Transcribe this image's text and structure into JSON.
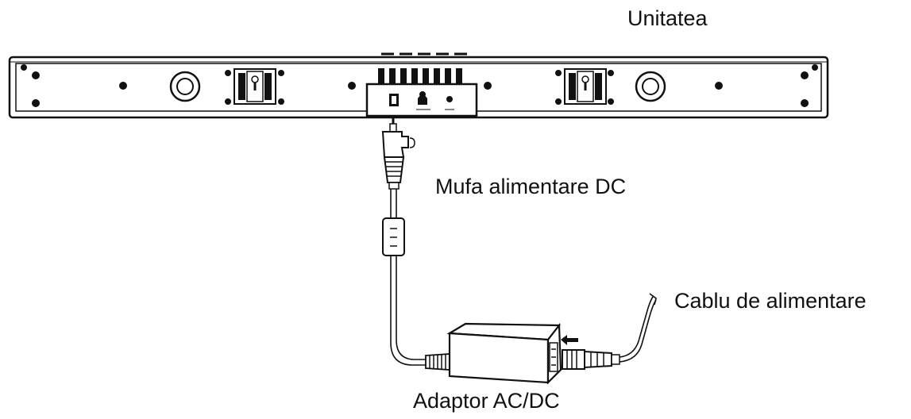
{
  "labels": {
    "unit": "Unitatea",
    "dc_plug": "Mufa alimentare DC",
    "power_cable": "Cablu de alimentare",
    "adapter": "Adaptor AC/DC"
  },
  "colors": {
    "line": "#111111",
    "fill": "#ffffff"
  }
}
